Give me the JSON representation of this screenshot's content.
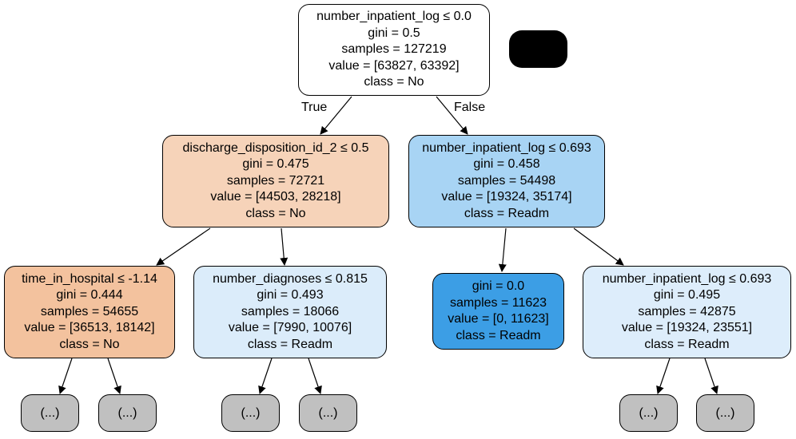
{
  "colors": {
    "root": "#ffffff",
    "left": "#f6d3b9",
    "right": "#a8d4f4",
    "left_left": "#f3c29e",
    "left_right": "#dbecfa",
    "right_left": "#3c9ee5",
    "right_right": "#ddedfb",
    "truncated": "#c0c0c0"
  },
  "nodes": {
    "root": {
      "condition": "number_inpatient_log ≤ 0.0",
      "gini": "gini = 0.5",
      "samples": "samples = 127219",
      "value": "value = [63827, 63392]",
      "class": "class = No"
    },
    "left": {
      "condition": "discharge_disposition_id_2 ≤ 0.5",
      "gini": "gini = 0.475",
      "samples": "samples = 72721",
      "value": "value = [44503, 28218]",
      "class": "class = No"
    },
    "right": {
      "condition": "number_inpatient_log ≤ 0.693",
      "gini": "gini = 0.458",
      "samples": "samples = 54498",
      "value": "value = [19324, 35174]",
      "class": "class = Readm"
    },
    "left_left": {
      "condition": "time_in_hospital ≤ -1.14",
      "gini": "gini = 0.444",
      "samples": "samples = 54655",
      "value": "value = [36513, 18142]",
      "class": "class = No"
    },
    "left_right": {
      "condition": "number_diagnoses ≤ 0.815",
      "gini": "gini = 0.493",
      "samples": "samples = 18066",
      "value": "value = [7990, 10076]",
      "class": "class = Readm"
    },
    "right_left": {
      "gini": "gini = 0.0",
      "samples": "samples = 11623",
      "value": "value = [0, 11623]",
      "class": "class = Readm"
    },
    "right_right": {
      "condition": "number_inpatient_log ≤ 0.693",
      "gini": "gini = 0.495",
      "samples": "samples = 42875",
      "value": "value = [19324, 23551]",
      "class": "class = Readm"
    }
  },
  "edge_labels": {
    "true": "True",
    "false": "False"
  },
  "truncated_label": "(...)"
}
